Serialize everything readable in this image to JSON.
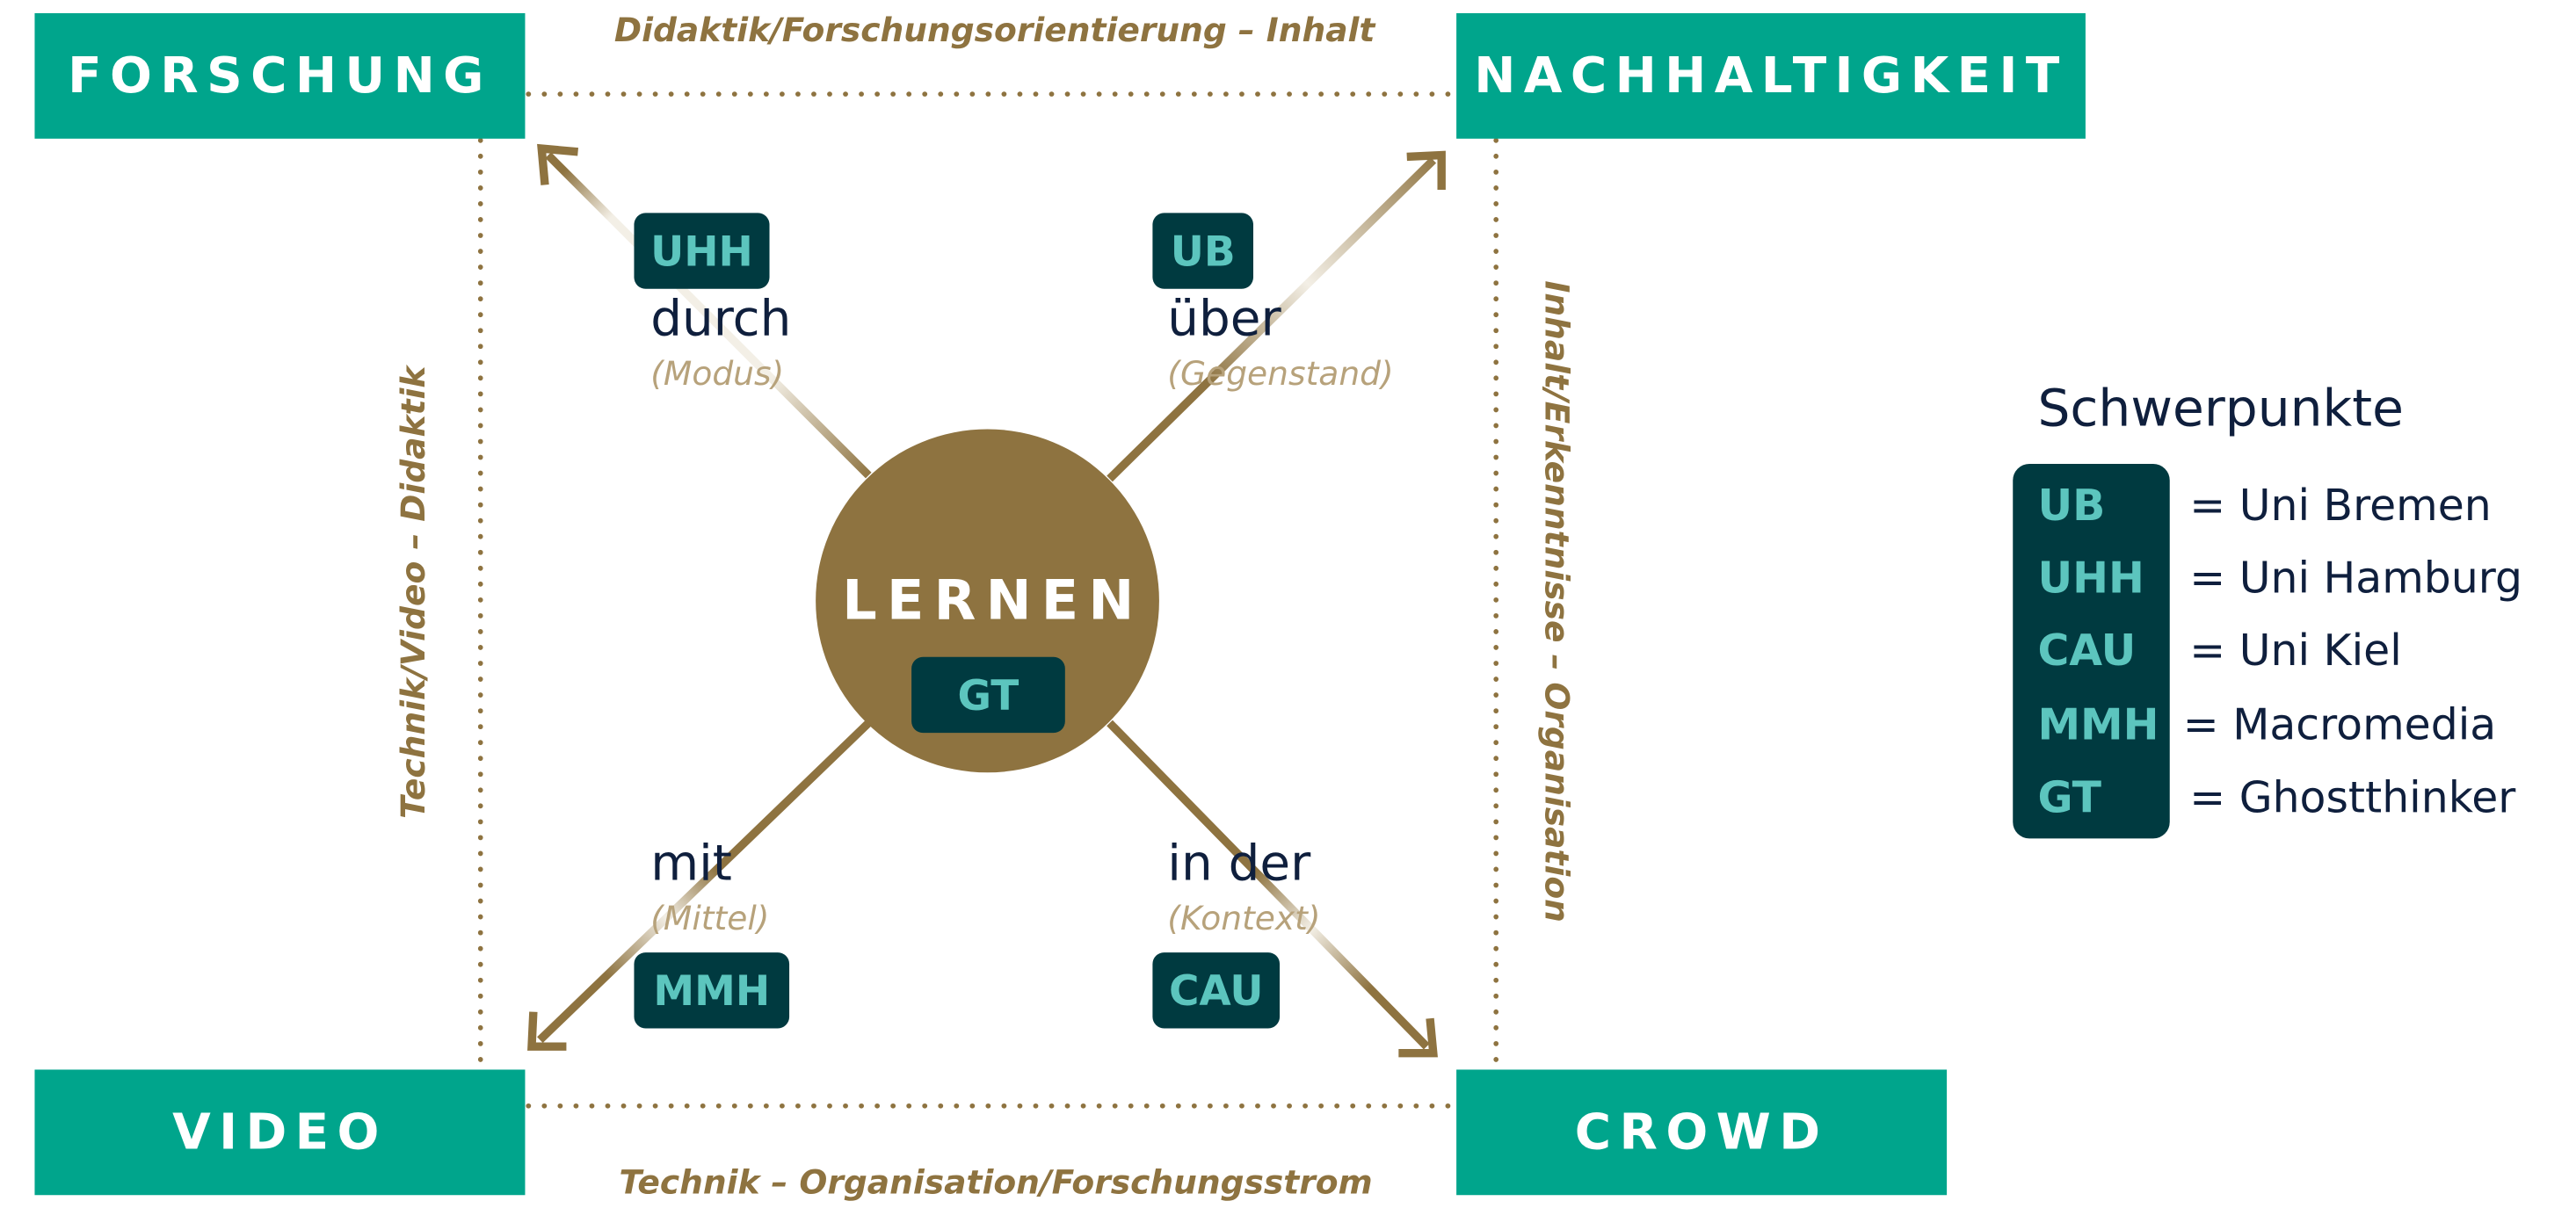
{
  "corners": {
    "top_left": "FORSCHUNG",
    "top_right": "NACHHALTIGKEIT",
    "bottom_left": "VIDEO",
    "bottom_right": "CROWD"
  },
  "edges": {
    "top": "Didaktik/Forschungsorientierung  –  Inhalt",
    "bottom": "Technik  –  Organisation/Forschungsstrom",
    "left": "Technik/Video  –  Didaktik",
    "right": "Inhalt/Erkenntnisse  –  Organisation"
  },
  "center": {
    "label": "LERNEN",
    "badge": "GT"
  },
  "branches": {
    "top_left": {
      "badge": "UHH",
      "preposition": "durch",
      "role": "(Modus)"
    },
    "top_right": {
      "badge": "UB",
      "preposition": "über",
      "role": "(Gegenstand)"
    },
    "bottom_left": {
      "badge": "MMH",
      "preposition": "mit",
      "role": "(Mittel)"
    },
    "bottom_right": {
      "badge": "CAU",
      "preposition": "in der",
      "role": "(Kontext)"
    }
  },
  "legend": {
    "title": "Schwerpunkte",
    "items": [
      {
        "code": "UB",
        "text": "= Uni Bremen"
      },
      {
        "code": "UHH",
        "text": "= Uni Hamburg"
      },
      {
        "code": "CAU",
        "text": "= Uni Kiel"
      },
      {
        "code": "MMH",
        "text": " = Macromedia"
      },
      {
        "code": "GT",
        "text": "= Ghostthinker"
      }
    ]
  },
  "colors": {
    "teal": "#00a58c",
    "dark_teal": "#003a40",
    "badge_text": "#5cc5be",
    "gold": "#8e7340",
    "navy": "#0f1f3d"
  }
}
